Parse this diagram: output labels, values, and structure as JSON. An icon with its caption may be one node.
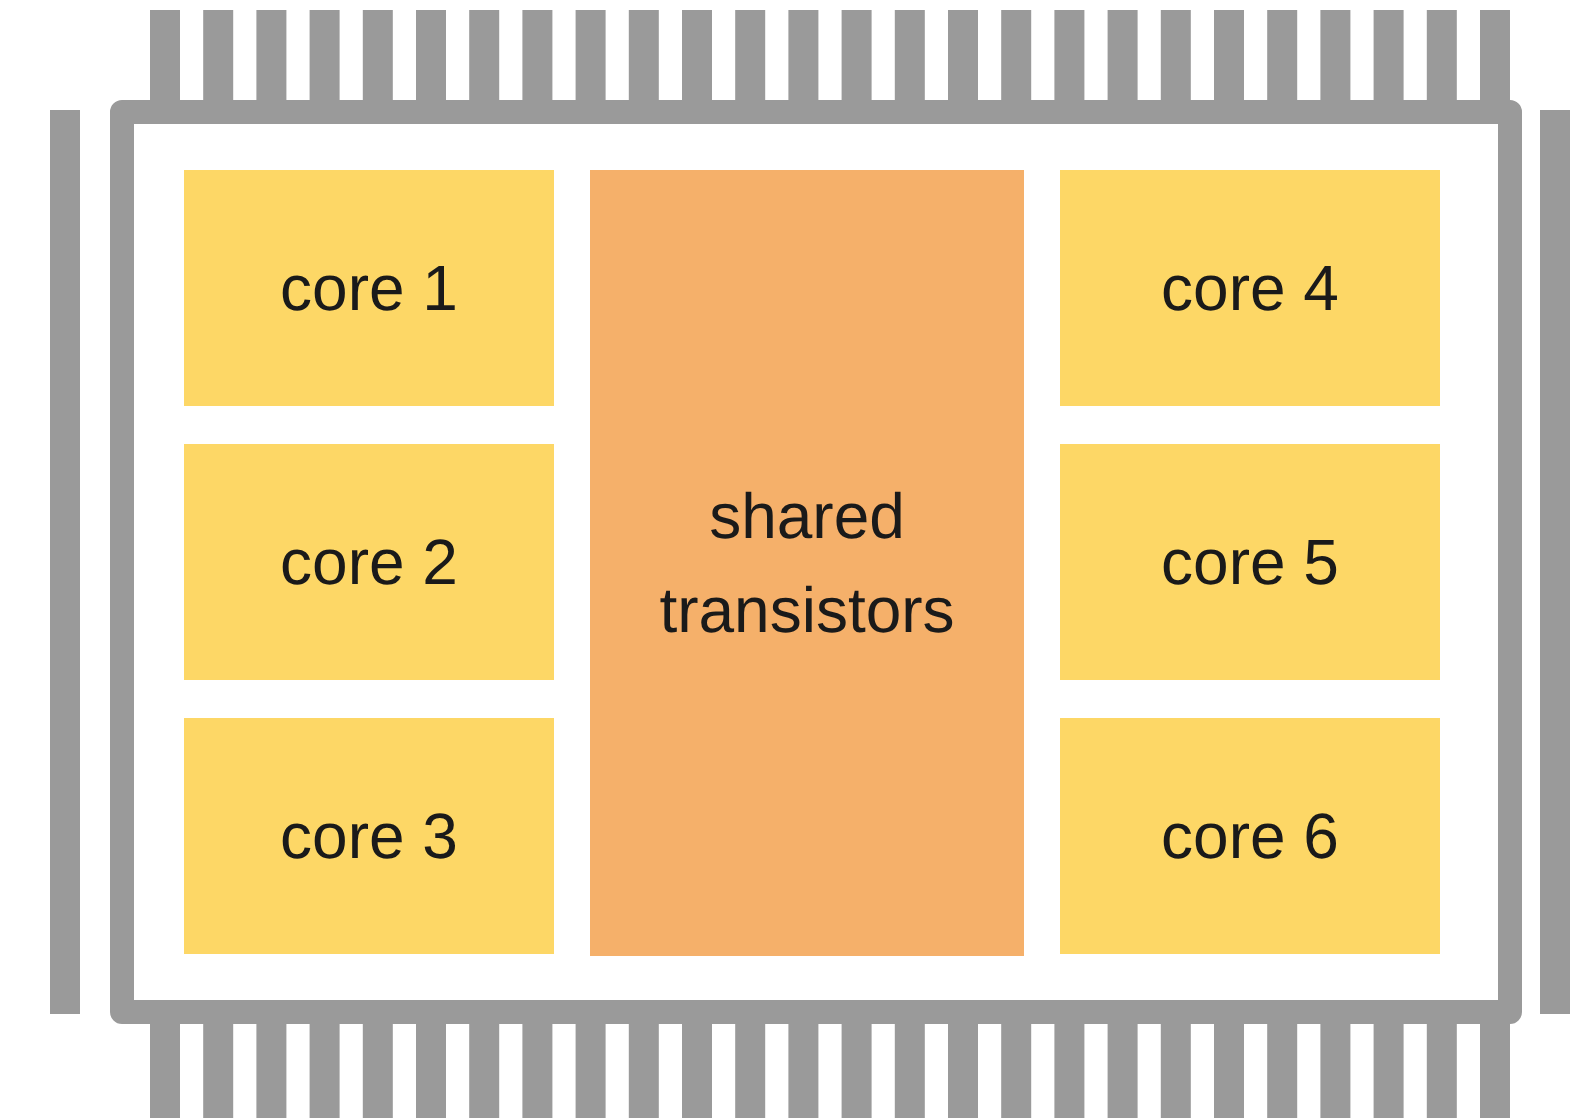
{
  "diagram": {
    "nodes": [
      {
        "text": [],
        "shape": "box"
      },
      {
        "text": [
          "core 1"
        ],
        "in": 0
      },
      {
        "text": [
          "shared transistors"
        ],
        "in": 0
      },
      {
        "text": [
          "core 4"
        ],
        "in": 0
      },
      {
        "text": [
          "core 2"
        ],
        "in": 0
      },
      {
        "text": [
          "core 5"
        ],
        "in": 0
      },
      {
        "text": [
          "core 3"
        ],
        "in": 0
      },
      {
        "text": [
          "core 6"
        ],
        "in": 0
      }
    ],
    "edges": []
  }
}
